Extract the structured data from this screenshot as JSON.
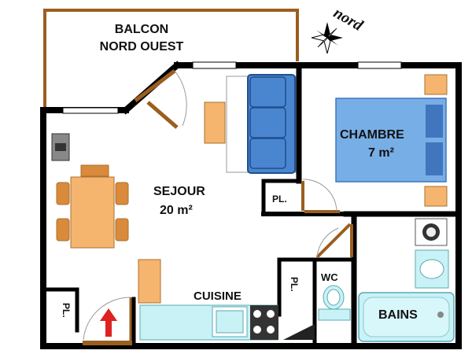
{
  "rooms": {
    "balcony_line1": "BALCON",
    "balcony_line2": "NORD OUEST",
    "living_name": "SEJOUR",
    "living_area": "20 m²",
    "bedroom_name": "CHAMBRE",
    "bedroom_area": "7 m²",
    "kitchen": "CUISINE",
    "wc": "WC",
    "bathroom": "BAINS"
  },
  "closets": {
    "living": "PL.",
    "entry": "PL.",
    "hall": "PL."
  },
  "compass": {
    "label": "nord",
    "icon": "compass-rose-icon"
  },
  "colors": {
    "wall": "#000000",
    "balcony_railing": "#9b5e1f",
    "door": "#9b5e1f",
    "furniture_wood": "#f5b56e",
    "sofa": "#4a86cf",
    "bed": "#78aee6",
    "pillow": "#3f76bd",
    "kitchen_counter": "#c9f2f6",
    "bath": "#c9f2f6",
    "entry_arrow": "#dd2222",
    "window": "#ffffff"
  }
}
